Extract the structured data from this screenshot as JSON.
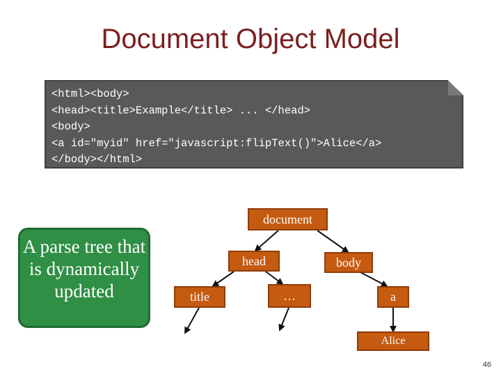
{
  "slide": {
    "title": "Document Object Model",
    "page_number": "46"
  },
  "code": {
    "lines": [
      "<html><body>",
      "<head><title>Example</title> ... </head>",
      "<body>",
      "<a id=\"myid\" href=\"javascript:flipText()\">Alice</a>",
      "</body></html>"
    ]
  },
  "note": {
    "text": "A parse tree that is dynamically updated"
  },
  "tree": {
    "document": "document",
    "head": "head",
    "body": "body",
    "title": "title",
    "ellipsis": "…",
    "a": "a",
    "alice": "Alice"
  },
  "colors": {
    "title": "#7b1f1f",
    "code_background": "#595959",
    "note_background": "#2f8f45",
    "node_background": "#c55a11"
  }
}
